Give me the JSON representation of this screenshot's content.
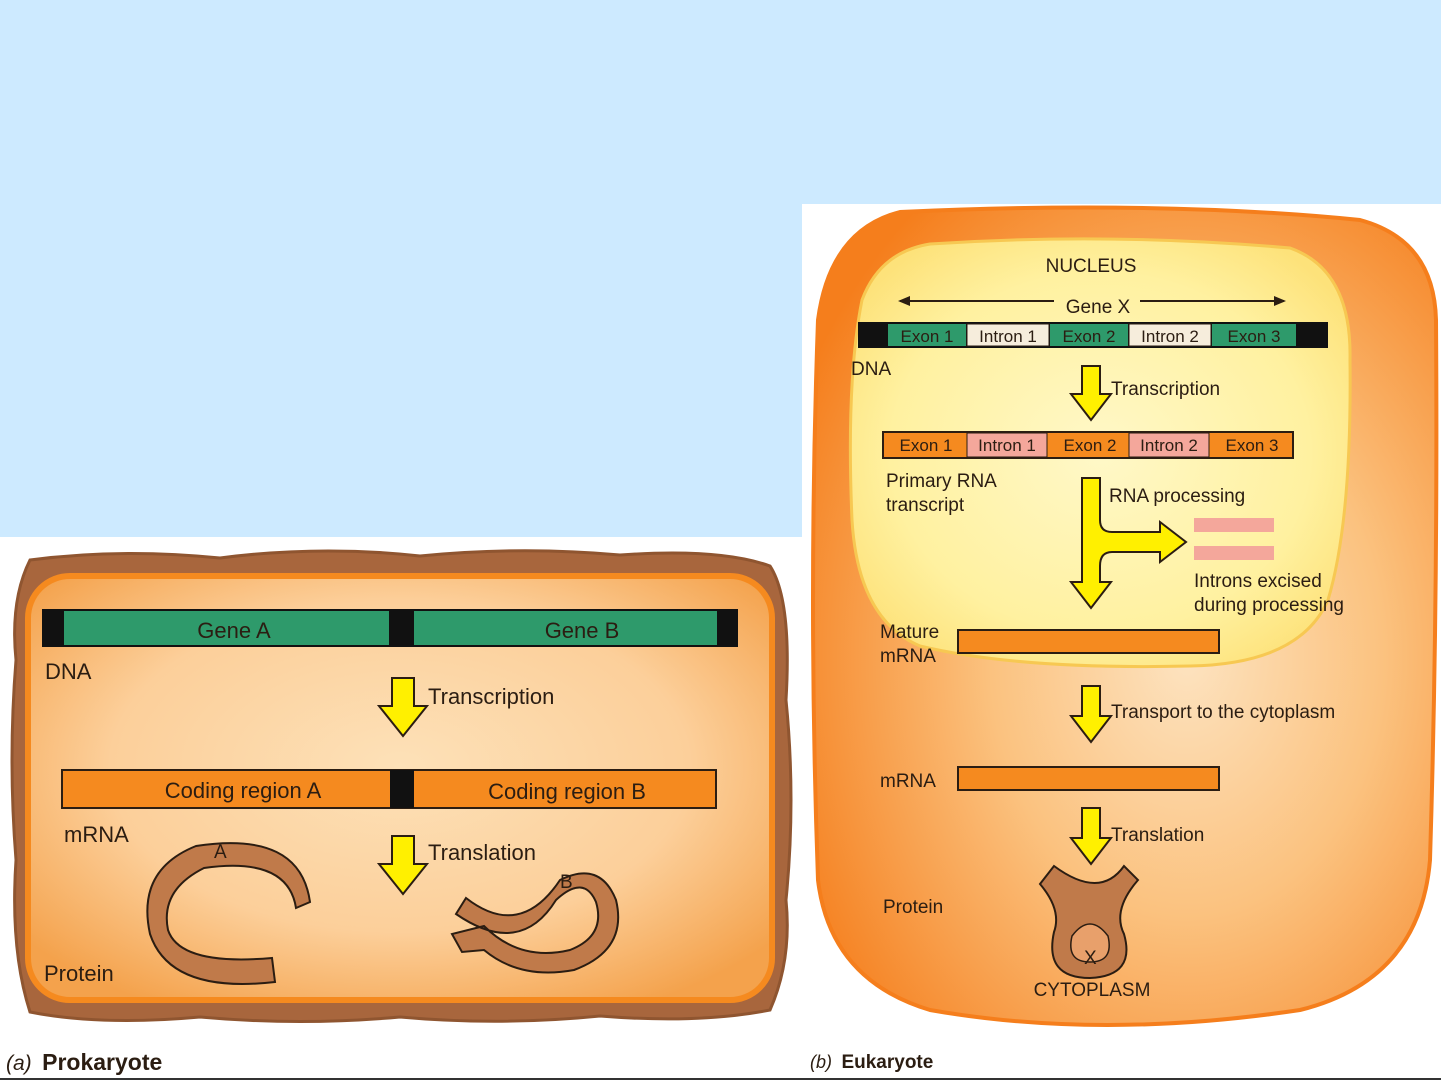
{
  "prokaryote": {
    "caption_prefix": "(a)",
    "caption_title": "Prokaryote",
    "dna": {
      "label": "DNA",
      "gene_a": "Gene A",
      "gene_b": "Gene B"
    },
    "step_transcription": "Transcription",
    "mrna": {
      "label": "mRNA",
      "region_a": "Coding region A",
      "region_b": "Coding region B"
    },
    "step_translation": "Translation",
    "protein": {
      "label": "Protein",
      "marker_a": "A",
      "marker_b": "B"
    }
  },
  "eukaryote": {
    "caption_prefix": "(b)",
    "caption_title": "Eukaryote",
    "nucleus_label": "NUCLEUS",
    "gene_label": "Gene X",
    "dna_label": "DNA",
    "dna_segments": [
      "Exon 1",
      "Intron 1",
      "Exon 2",
      "Intron 2",
      "Exon 3"
    ],
    "step_transcription": "Transcription",
    "rna_segments": [
      "Exon 1",
      "Intron 1",
      "Exon 2",
      "Intron 2",
      "Exon 3"
    ],
    "primary_rna_label_1": "Primary RNA",
    "primary_rna_label_2": "transcript",
    "step_processing": "RNA processing",
    "introns_label_1": "Introns excised",
    "introns_label_2": "during processing",
    "mature_label_1": "Mature",
    "mature_label_2": "mRNA",
    "step_transport": "Transport to the cytoplasm",
    "mrna_label": "mRNA",
    "step_translation": "Translation",
    "protein_label": "Protein",
    "protein_marker": "X",
    "cytoplasm_label": "CYTOPLASM"
  },
  "colors": {
    "background": "#cdeaff",
    "cell_orange": "#f7962b",
    "cell_light": "#fccf9a",
    "prok_border": "#a8663d",
    "nucleus_yellow": "#fff2a0",
    "exon_green": "#2e9a6b",
    "intron_light": "#f6eddc",
    "rna_orange": "#f58a1f",
    "rna_intron_pink": "#f4a79b",
    "arrow_yellow": "#fff000",
    "protein_brown": "#c07a4a"
  }
}
